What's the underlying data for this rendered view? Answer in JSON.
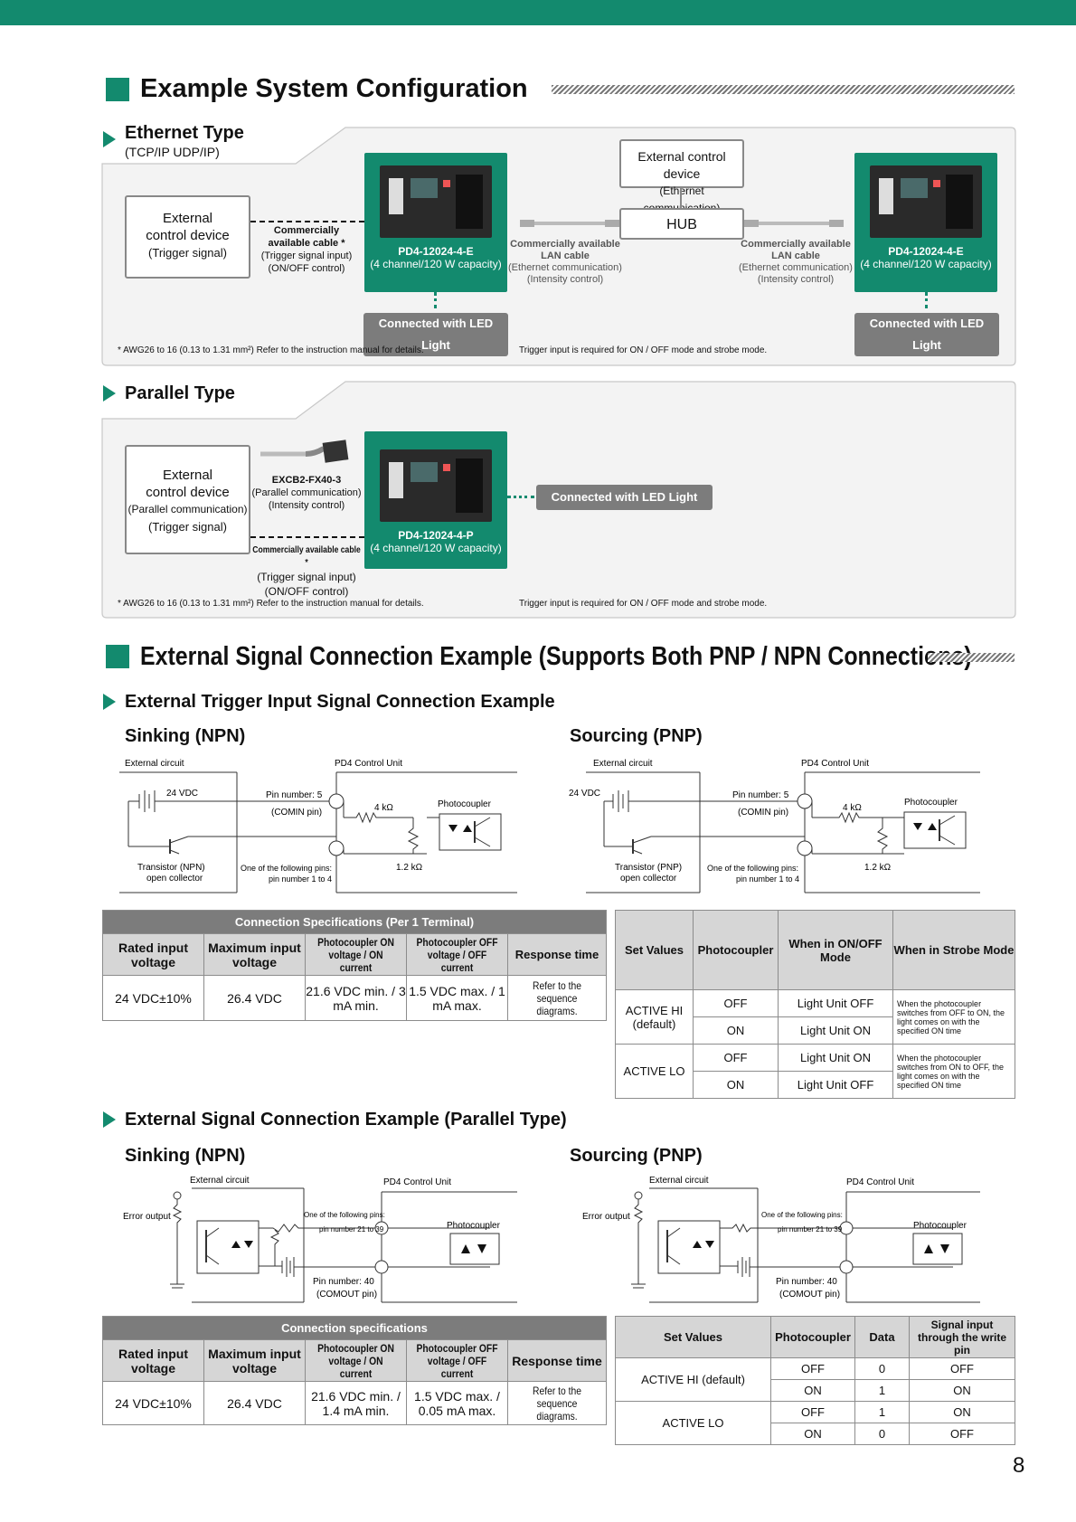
{
  "page_number": "8",
  "section1": {
    "title": "Example System Configuration"
  },
  "ethernet": {
    "title": "Ethernet Type",
    "subtitle": "(TCP/IP UDP/IP)",
    "ext_device": [
      "External",
      "control device",
      "(Trigger signal)"
    ],
    "cable": [
      "Commercially",
      "available cable *",
      "(Trigger signal input)",
      "(ON/OFF control)"
    ],
    "unit_left": {
      "name": "PD4-12024-4-E",
      "capacity": "(4 channel/120 W capacity)"
    },
    "unit_right": {
      "name": "PD4-12024-4-E",
      "capacity": "(4 channel/120 W capacity)"
    },
    "ext_control": [
      "External control device",
      "(Ethernet communication)"
    ],
    "hub": "HUB",
    "lan_left": [
      "Commercially available",
      "LAN cable",
      "(Ethernet communication)",
      "(Intensity control)"
    ],
    "lan_right": [
      "Commercially available",
      "LAN cable",
      "(Ethernet communication)",
      "(Intensity control)"
    ],
    "led_left": "Connected with LED Light",
    "led_right": "Connected with LED Light",
    "note_left": "* AWG26 to 16 (0.13 to 1.31 mm²) Refer to the instruction manual for details.",
    "note_right": "Trigger input is required for ON / OFF mode and strobe mode."
  },
  "parallel": {
    "title": "Parallel Type",
    "ext_device": [
      "External",
      "control device",
      "(Parallel communication)",
      "(Trigger signal)"
    ],
    "cable1": [
      "EXCB2-FX40-3",
      "(Parallel communication)",
      "(Intensity control)"
    ],
    "cable2": [
      "Commercially available cable *",
      "(Trigger signal input)",
      "(ON/OFF control)"
    ],
    "unit": {
      "name": "PD4-12024-4-P",
      "capacity": "(4 channel/120 W capacity)"
    },
    "led": "Connected with LED Light",
    "note_left": "* AWG26 to 16 (0.13 to 1.31 mm²) Refer to the instruction manual for details.",
    "note_right": "Trigger input is required for ON / OFF mode and strobe mode."
  },
  "section2": {
    "title": "External Signal Connection Example (Supports Both PNP / NPN Connections)"
  },
  "trigger": {
    "title": "External Trigger Input Signal Connection Example",
    "sinking": {
      "title": "Sinking (NPN)",
      "ext_circuit": "External circuit",
      "unit": "PD4 Control Unit",
      "vdc": "24 VDC",
      "pin5": "Pin number: 5",
      "comin": "(COMIN pin)",
      "r4k": "4 kΩ",
      "photocoupler": "Photocoupler",
      "transistor": "Transistor (NPN)",
      "open_collector": "open collector",
      "pins_a": "One of the following pins:",
      "pins_b": "pin number 1 to 4",
      "r12k": "1.2 kΩ"
    },
    "sourcing": {
      "title": "Sourcing (PNP)",
      "ext_circuit": "External circuit",
      "unit": "PD4 Control Unit",
      "vdc": "24 VDC",
      "pin5": "Pin number: 5",
      "comin": "(COMIN pin)",
      "r4k": "4 kΩ",
      "photocoupler": "Photocoupler",
      "transistor": "Transistor (PNP)",
      "open_collector": "open collector",
      "pins_a": "One of the following pins:",
      "pins_b": "pin number 1 to 4",
      "r12k": "1.2 kΩ"
    },
    "spec_table": {
      "caption": "Connection Specifications (Per 1 Terminal)",
      "headers": [
        "Rated input voltage",
        "Maximum input voltage",
        "Photocoupler ON voltage / ON current",
        "Photocoupler OFF voltage / OFF current",
        "Response time"
      ],
      "row": [
        "24 VDC±10%",
        "26.4 VDC",
        "21.6 VDC min. / 3 mA min.",
        "1.5 VDC max. / 1 mA max.",
        "Refer to the sequence diagrams."
      ]
    },
    "set_table": {
      "headers": [
        "Set Values",
        "Photocoupler",
        "When in ON/OFF Mode",
        "When in Strobe Mode"
      ],
      "rows": [
        {
          "set": "ACTIVE HI (default)",
          "pc1": "OFF",
          "m1": "Light Unit OFF",
          "pc2": "ON",
          "m2": "Light Unit ON",
          "strobe": "When the photocoupler switches from OFF to ON, the light comes on with the specified ON time"
        },
        {
          "set": "ACTIVE LO",
          "pc1": "OFF",
          "m1": "Light Unit ON",
          "pc2": "ON",
          "m2": "Light Unit OFF",
          "strobe": "When the photocoupler switches from ON to OFF, the light comes on with the specified ON time"
        }
      ]
    }
  },
  "parallel_signal": {
    "title": "External Signal Connection Example (Parallel Type)",
    "sinking": {
      "title": "Sinking (NPN)",
      "ext_circuit": "External circuit",
      "unit": "PD4 Control Unit",
      "error_output": "Error output",
      "pins_a": "One of the following pins:",
      "pins_b": "pin number 21 to 39",
      "photocoupler": "Photocoupler",
      "pin40": "Pin number: 40",
      "comout": "(COMOUT pin)"
    },
    "sourcing": {
      "title": "Sourcing (PNP)",
      "ext_circuit": "External circuit",
      "unit": "PD4 Control Unit",
      "error_output": "Error output",
      "pins_a": "One of the following pins:",
      "pins_b": "pin number 21 to 39",
      "photocoupler": "Photocoupler",
      "pin40": "Pin number: 40",
      "comout": "(COMOUT pin)"
    },
    "spec_table": {
      "caption": "Connection specifications",
      "headers": [
        "Rated input voltage",
        "Maximum input voltage",
        "Photocoupler ON voltage / ON current",
        "Photocoupler OFF voltage / OFF current",
        "Response time"
      ],
      "row": [
        "24 VDC±10%",
        "26.4 VDC",
        "21.6 VDC min. / 1.4 mA min.",
        "1.5 VDC max. / 0.05 mA max.",
        "Refer to the sequence diagrams."
      ]
    },
    "set_table": {
      "headers": [
        "Set Values",
        "Photocoupler",
        "Data",
        "Signal input through the write pin"
      ],
      "rows": [
        {
          "set": "ACTIVE HI (default)",
          "a": [
            "OFF",
            "0",
            "OFF"
          ],
          "b": [
            "ON",
            "1",
            "ON"
          ]
        },
        {
          "set": "ACTIVE LO",
          "a": [
            "OFF",
            "1",
            "ON"
          ],
          "b": [
            "ON",
            "0",
            "OFF"
          ]
        }
      ]
    }
  }
}
